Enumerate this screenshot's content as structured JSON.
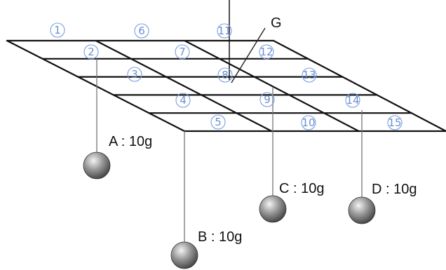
{
  "point_label": "G",
  "cells": [
    {
      "id": "c1",
      "label": "1"
    },
    {
      "id": "c2",
      "label": "2"
    },
    {
      "id": "c3",
      "label": "3"
    },
    {
      "id": "c4",
      "label": "4"
    },
    {
      "id": "c5",
      "label": "5"
    },
    {
      "id": "c6",
      "label": "6"
    },
    {
      "id": "c7",
      "label": "7"
    },
    {
      "id": "c8",
      "label": "8"
    },
    {
      "id": "c9",
      "label": "9"
    },
    {
      "id": "c10",
      "label": "10"
    },
    {
      "id": "c11",
      "label": "11"
    },
    {
      "id": "c12",
      "label": "12"
    },
    {
      "id": "c13",
      "label": "13"
    },
    {
      "id": "c14",
      "label": "14"
    },
    {
      "id": "c15",
      "label": "15"
    }
  ],
  "masses": [
    {
      "name": "A",
      "text": "A : 10g"
    },
    {
      "name": "B",
      "text": "B : 10g"
    },
    {
      "name": "C",
      "text": "C : 10g"
    },
    {
      "name": "D",
      "text": "D : 10g"
    }
  ],
  "colors": {
    "grid": "#111111",
    "cell_label": "#6b8fd6",
    "string": "#777777",
    "ball_light": "#f2f2f2",
    "ball_dark": "#3c3c3c"
  }
}
